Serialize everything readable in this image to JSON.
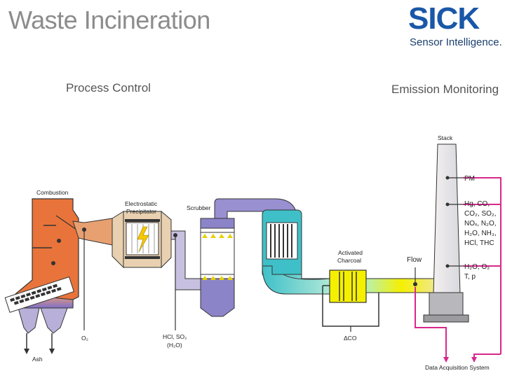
{
  "header": {
    "title": "Waste Incineration",
    "logo_text": "SICK",
    "tagline": "Sensor Intelligence."
  },
  "sections": {
    "process_control": "Process Control",
    "emission_monitoring": "Emission Monitoring"
  },
  "labels": {
    "combustion": "Combustion",
    "esp_line1": "Electrostatic",
    "esp_line2": "Precipitator",
    "scrubber": "Scrubber",
    "charcoal_line1": "Activated",
    "charcoal_line2": "Charcoal",
    "flow": "Flow",
    "stack": "Stack",
    "ash": "Ash",
    "o2": "O₂",
    "hcl_line1": "HCl, SO₂",
    "hcl_line2": "(H₂O)",
    "delta_co": "ΔCO",
    "das": "Data Acquisition System"
  },
  "measurements": {
    "pm": "PM",
    "gases_line1": "Hg, CO,",
    "gases_line2": "CO₂, SO₂,",
    "gases_line3": "NOₓ, N₂O,",
    "gases_line4": "H₂O, NH₃,",
    "gases_line5": "HCl, THC",
    "phys_line1": "H₂O, O₂",
    "phys_line2": "T, p"
  },
  "colors": {
    "combustion": "#e8743b",
    "duct": "#b8b0d8",
    "scrubber": "#8c84c8",
    "teal": "#3fc0c8",
    "yellow": "#f5f000",
    "stack": "#e8e8ec",
    "signal": "#d8288c"
  }
}
